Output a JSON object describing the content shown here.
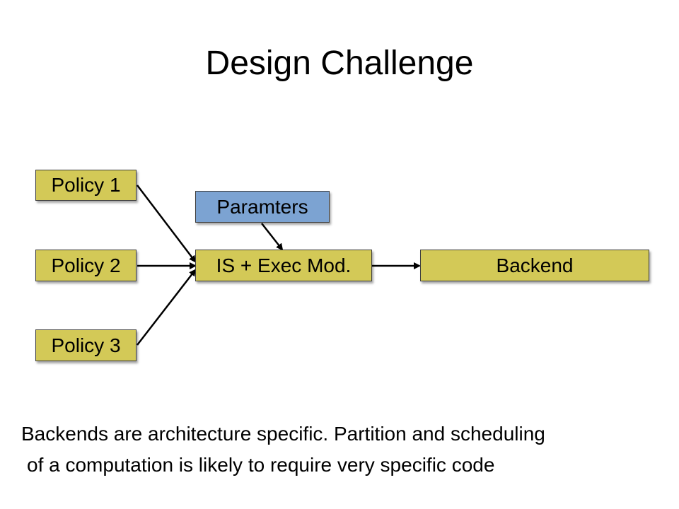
{
  "slide": {
    "title": "Design Challenge"
  },
  "diagram": {
    "nodes": {
      "policy_1": "Policy 1",
      "policy_2": "Policy 2",
      "policy_3": "Policy 3",
      "parameters": "Paramters",
      "is_exec_mod": "IS + Exec Mod.",
      "backend": "Backend"
    },
    "edges": [
      {
        "from": "Policy 1",
        "to": "IS + Exec Mod."
      },
      {
        "from": "Policy 2",
        "to": "IS + Exec Mod."
      },
      {
        "from": "Policy 3",
        "to": "IS + Exec Mod."
      },
      {
        "from": "Paramters",
        "to": "IS + Exec Mod."
      },
      {
        "from": "IS + Exec Mod.",
        "to": "Backend"
      }
    ],
    "colors": {
      "policy_fill": "#d3c957",
      "parameters_fill": "#7ca3d2",
      "border": "#3f3f3f",
      "arrow": "#000000"
    }
  },
  "caption": {
    "line1": "Backends are architecture specific. Partition and scheduling",
    "line2": "of a computation is likely to require very specific code"
  }
}
